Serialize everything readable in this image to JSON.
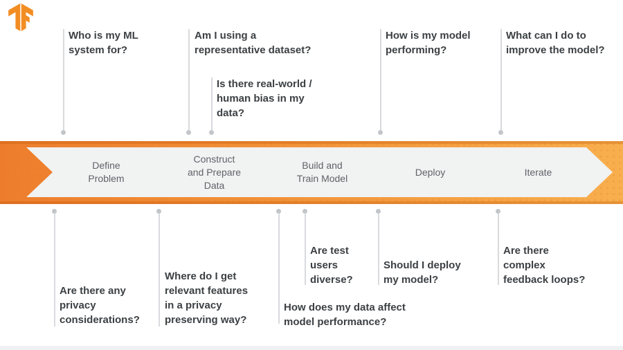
{
  "logo": {
    "name": "TensorFlow logo",
    "color": "#f28d24"
  },
  "colors": {
    "banner_left": "#ed7d2d",
    "banner_right": "#f8af4e",
    "chevron_fill": "#f1f2f2",
    "stage_text": "#5f6368",
    "question_text": "#3c4043",
    "connector_line": "#d8dadd",
    "connector_dot": "#c2c5c9"
  },
  "stages": [
    {
      "label": "Define\nProblem"
    },
    {
      "label": "Construct\nand Prepare\nData"
    },
    {
      "label": "Build and\nTrain Model"
    },
    {
      "label": "Deploy"
    },
    {
      "label": "Iterate"
    }
  ],
  "top_questions": [
    {
      "text": "Who is my ML\nsystem for?"
    },
    {
      "text": "Am I using a\nrepresentative dataset?"
    },
    {
      "text": "Is there real-world /\nhuman bias in my\ndata?"
    },
    {
      "text": "How is my model\nperforming?"
    },
    {
      "text": "What can I do to\nimprove the model?"
    }
  ],
  "bottom_questions": [
    {
      "text": "Are there any\nprivacy\nconsiderations?"
    },
    {
      "text": "Where do I get\nrelevant features\nin a privacy\npreserving way?"
    },
    {
      "text": "How does my data affect\nmodel performance?"
    },
    {
      "text": "Are test\nusers\ndiverse?"
    },
    {
      "text": "Should I deploy\nmy model?"
    },
    {
      "text": "Are there\ncomplex\nfeedback loops?"
    }
  ]
}
